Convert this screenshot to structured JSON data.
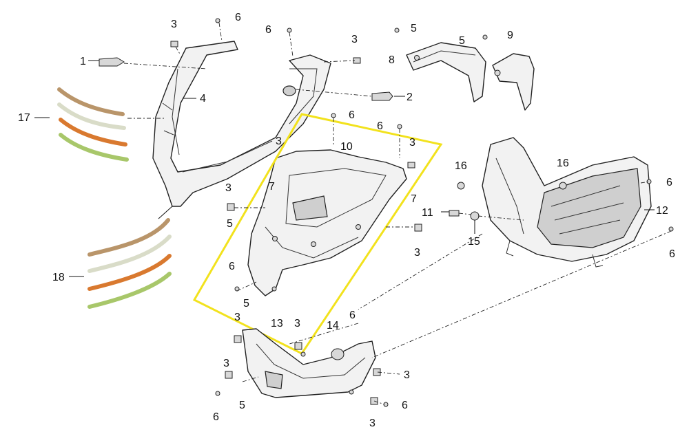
{
  "callouts": [
    {
      "id": "c-1",
      "text": "1"
    },
    {
      "id": "c-2",
      "text": "2"
    },
    {
      "id": "c-3a",
      "text": "3"
    },
    {
      "id": "c-3b",
      "text": "3"
    },
    {
      "id": "c-3c",
      "text": "3"
    },
    {
      "id": "c-3d",
      "text": "3"
    },
    {
      "id": "c-3e",
      "text": "3"
    },
    {
      "id": "c-3f",
      "text": "3"
    },
    {
      "id": "c-3g",
      "text": "3"
    },
    {
      "id": "c-3h",
      "text": "3"
    },
    {
      "id": "c-3i",
      "text": "3"
    },
    {
      "id": "c-3j",
      "text": "3"
    },
    {
      "id": "c-3k",
      "text": "3"
    },
    {
      "id": "c-4",
      "text": "4"
    },
    {
      "id": "c-5a",
      "text": "5"
    },
    {
      "id": "c-5b",
      "text": "5"
    },
    {
      "id": "c-5c",
      "text": "5"
    },
    {
      "id": "c-5d",
      "text": "5"
    },
    {
      "id": "c-5e",
      "text": "5"
    },
    {
      "id": "c-6a",
      "text": "6"
    },
    {
      "id": "c-6b",
      "text": "6"
    },
    {
      "id": "c-6c",
      "text": "6"
    },
    {
      "id": "c-6d",
      "text": "6"
    },
    {
      "id": "c-6e",
      "text": "6"
    },
    {
      "id": "c-6f",
      "text": "6"
    },
    {
      "id": "c-6g",
      "text": "6"
    },
    {
      "id": "c-6h",
      "text": "6"
    },
    {
      "id": "c-6i",
      "text": "6"
    },
    {
      "id": "c-6j",
      "text": "6"
    },
    {
      "id": "c-7a",
      "text": "7"
    },
    {
      "id": "c-7b",
      "text": "7"
    },
    {
      "id": "c-8",
      "text": "8"
    },
    {
      "id": "c-9",
      "text": "9"
    },
    {
      "id": "c-10",
      "text": "10"
    },
    {
      "id": "c-11",
      "text": "11"
    },
    {
      "id": "c-12",
      "text": "12"
    },
    {
      "id": "c-13",
      "text": "13"
    },
    {
      "id": "c-14",
      "text": "14"
    },
    {
      "id": "c-15",
      "text": "15"
    },
    {
      "id": "c-16a",
      "text": "16"
    },
    {
      "id": "c-16b",
      "text": "16"
    },
    {
      "id": "c-17",
      "text": "17"
    },
    {
      "id": "c-18",
      "text": "18"
    }
  ],
  "colors": {
    "highlight_frame": "#f2e21d",
    "stripe_bronze": "#b9956a",
    "stripe_silver": "#d9dcc8",
    "stripe_orange": "#d9792f",
    "stripe_green": "#a8c76a"
  }
}
